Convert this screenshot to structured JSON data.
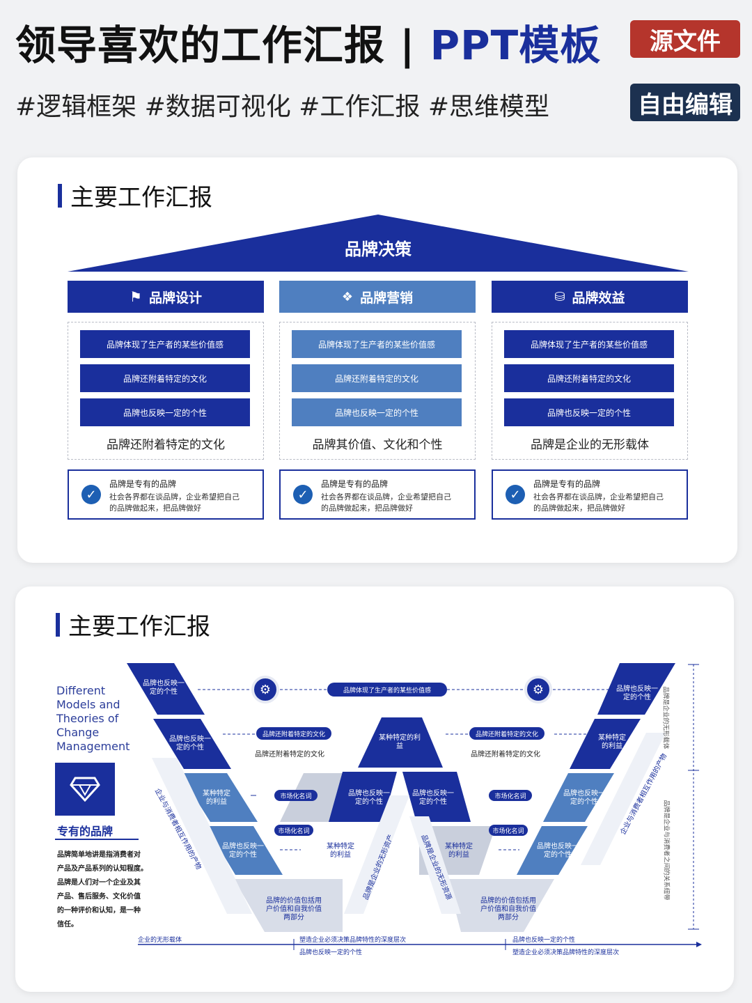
{
  "header": {
    "title_main": "领导喜欢的工作汇报",
    "title_sep": "|",
    "title_ppt": "PPT模板",
    "badge_source": "源文件",
    "tags": "#逻辑框架 #数据可视化 #工作汇报 #思维模型",
    "badge_edit": "自由编辑"
  },
  "colors": {
    "navy": "#1a2f9c",
    "steel": "#4f7fc0",
    "light": "#d8dde8",
    "red": "#b5352c",
    "darkbadge": "#1c3150"
  },
  "card1": {
    "title": "主要工作汇报",
    "roof": "品牌决策",
    "columns": [
      {
        "icon": "flag-icon",
        "head": "品牌设计",
        "items": [
          "品牌体现了生产者的某些价值感",
          "品牌还附着特定的文化",
          "品牌也反映一定的个性"
        ],
        "caption": "品牌还附着特定的文化",
        "info_title": "品牌是专有的品牌",
        "info_l1": "社会各界都在谈品牌，企业希望把自己",
        "info_l2": "的品牌做起来，把品牌做好"
      },
      {
        "icon": "dropbox-icon",
        "head": "品牌营销",
        "items": [
          "品牌体现了生产者的某些价值感",
          "品牌还附着特定的文化",
          "品牌也反映一定的个性"
        ],
        "caption": "品牌其价值、文化和个性",
        "info_title": "品牌是专有的品牌",
        "info_l1": "社会各界都在谈品牌，企业希望把自己",
        "info_l2": "的品牌做起来，把品牌做好"
      },
      {
        "icon": "cubes-icon",
        "head": "品牌效益",
        "items": [
          "品牌体现了生产者的某些价值感",
          "品牌还附着特定的文化",
          "品牌也反映一定的个性"
        ],
        "caption": "品牌是企业的无形载体",
        "info_title": "品牌是专有的品牌",
        "info_l1": "社会各界都在谈品牌，企业希望把自己",
        "info_l2": "的品牌做起来，把品牌做好"
      }
    ]
  },
  "card2": {
    "title": "主要工作汇报",
    "eng": [
      "Different",
      "Models and",
      "Theories of",
      "Change",
      "Management"
    ],
    "brand_title": "专有的品牌",
    "brand_desc": [
      "品牌简单地讲是指消费者对",
      "产品及产品系列的认知程度。",
      "品牌是人们对一个企业及其",
      "产品、售后服务、文化价值",
      "的一种评价和认知，是一种",
      "信任。"
    ],
    "top_pill": "品牌体现了生产者的某些价值感",
    "mid_pill_left": "品牌还附着特定的文化",
    "mid_pill_right": "品牌还附着特定的文化",
    "mid_cap_left": "品牌还附着特定的文化",
    "mid_cap_right": "品牌还附着特定的文化",
    "small_pill": "市场化名词",
    "blk_personality": "品牌也反映一\n定的个性",
    "blk_interest": "某种特定\n的利益",
    "blk_center_top": "某种特定的利\n益",
    "blk_bottom": "品牌的价值包括用\n户价值和自我价值\n两部分",
    "diag_left": "企业与消费者相互作用的产物",
    "diag_mid_l": "品牌是企业的无形资产",
    "diag_mid_r": "品牌是企业的无形资源",
    "diag_right": "企业与消费者相互作用的产物",
    "vert_right_1": "品牌是企业的无形载体",
    "vert_right_2": "品牌是企业与消费者之间的关系纽带",
    "axis_1": "企业的无形载体",
    "axis_2": "塑造企业必须决策品牌特性的深度层次",
    "axis_2b": "品牌也反映一定的个性",
    "axis_3": "品牌也反映一定的个性",
    "axis_3b": "塑造企业必须决策品牌特性的深度层次"
  }
}
